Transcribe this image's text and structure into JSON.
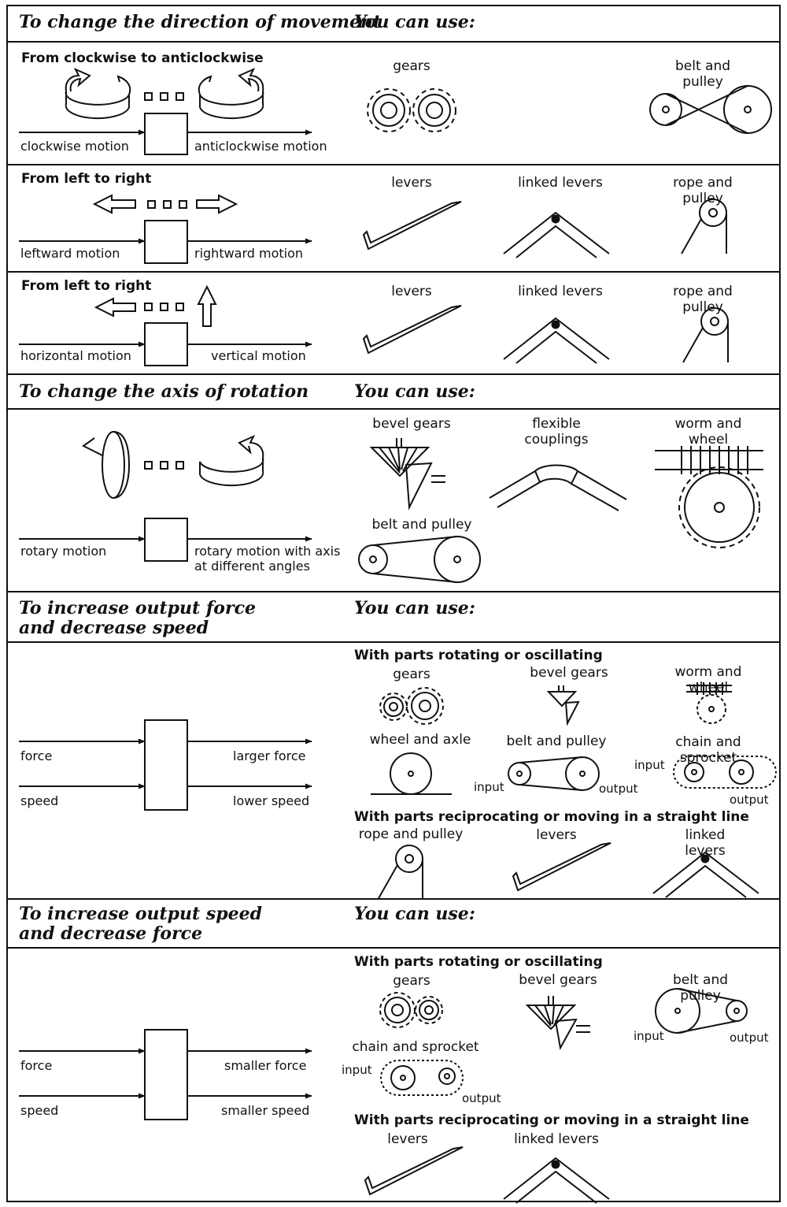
{
  "sections": [
    {
      "title": "To change the direction of movement",
      "use_label": "You can use:"
    },
    {
      "title": "To change the axis of rotation",
      "use_label": "You can use:"
    },
    {
      "title": "To increase output force\nand decrease speed",
      "use_label": "You can use:"
    },
    {
      "title": "To increase output speed\nand decrease force",
      "use_label": "You can use:"
    }
  ],
  "rows": {
    "cw": {
      "subtitle": "From clockwise to anticlockwise",
      "input_label": "clockwise motion",
      "output_label": "anticlockwise motion",
      "mechanisms": [
        "gears",
        "belt and pulley"
      ]
    },
    "lr": {
      "subtitle": "From left to right",
      "input_label": "leftward motion",
      "output_label": "rightward motion",
      "mechanisms": [
        "levers",
        "linked levers",
        "rope and pulley"
      ]
    },
    "hv": {
      "subtitle": "From left to right",
      "input_label": "horizontal motion",
      "output_label": "vertical motion",
      "mechanisms": [
        "levers",
        "linked levers",
        "rope and pulley"
      ]
    },
    "axis": {
      "input_label": "rotary motion",
      "output_label": "rotary motion with axis\nat different angles",
      "mechanisms": [
        "bevel gears",
        "flexible\ncouplings",
        "worm and wheel",
        "belt and pulley"
      ]
    },
    "force": {
      "input_top": "force",
      "input_bottom": "speed",
      "output_top": "larger force",
      "output_bottom": "lower speed",
      "group_rotating": "With parts rotating or oscillating",
      "rotating": [
        "gears",
        "bevel gears",
        "worm and wheel",
        "wheel and axle",
        "belt and pulley",
        "chain and sprocket"
      ],
      "group_linear": "With parts reciprocating or moving in a straight line",
      "linear": [
        "rope and pulley",
        "levers",
        "linked levers"
      ],
      "io": {
        "belt_input": "input",
        "belt_output": "output",
        "chain_input": "input",
        "chain_output": "output"
      }
    },
    "speed": {
      "input_top": "force",
      "input_bottom": "speed",
      "output_top": "smaller force",
      "output_bottom": "smaller speed",
      "group_rotating": "With parts rotating or oscillating",
      "rotating": [
        "gears",
        "bevel gears",
        "belt and pulley",
        "chain and sprocket"
      ],
      "group_linear": "With parts reciprocating or moving in a straight line",
      "linear": [
        "levers",
        "linked levers"
      ],
      "io": {
        "belt_input": "input",
        "belt_output": "output",
        "chain_input": "input",
        "chain_output": "output"
      }
    }
  },
  "colors": {
    "ink": "#111111",
    "paper": "#ffffff"
  }
}
